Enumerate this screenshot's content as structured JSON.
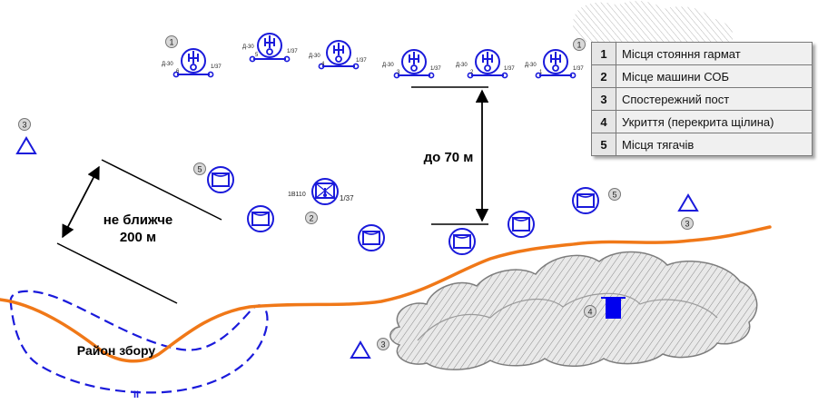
{
  "legend": [
    {
      "num": "1",
      "text": "Місця стояння гармат"
    },
    {
      "num": "2",
      "text": "Місце машини СОБ"
    },
    {
      "num": "3",
      "text": "Спостережний пост"
    },
    {
      "num": "4",
      "text": "Укриття (перекрита щілина)"
    },
    {
      "num": "5",
      "text": "Місця тягачів"
    }
  ],
  "dimensions": {
    "gun_spacing": "до 70 м",
    "distance_line1": "не ближче",
    "distance_line2": "200 м"
  },
  "assembly_area": {
    "label": "Район збору",
    "marker": "II"
  },
  "guns": [
    {
      "type": "Д-30",
      "num": "6",
      "sub": "1/37"
    },
    {
      "type": "Д-30",
      "num": "5",
      "sub": "1/37"
    },
    {
      "type": "Д-30",
      "num": "4",
      "sub": "1/37"
    },
    {
      "type": "Д-30",
      "num": "3",
      "sub": "1/37"
    },
    {
      "type": "Д-30",
      "num": "2",
      "sub": "1/37"
    },
    {
      "type": "Д-30",
      "num": "1",
      "sub": "1/37"
    }
  ],
  "sob_vehicle": {
    "type": "1В110",
    "sub": "1/37"
  },
  "markers": {
    "one": "1",
    "two": "2",
    "three": "3",
    "four": "4",
    "five": "5"
  },
  "colors": {
    "symbol": "#1a1adb",
    "road": "#f07818",
    "shelter": "#0000ee",
    "line": "#000000"
  }
}
